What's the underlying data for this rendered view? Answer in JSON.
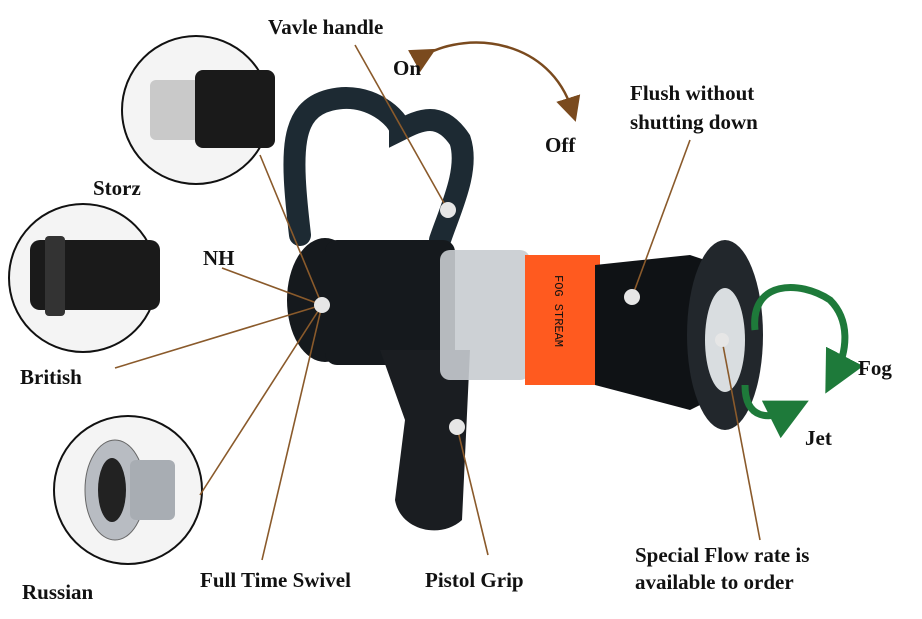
{
  "labels": {
    "valve_handle": "Vavle handle",
    "on": "On",
    "off": "Off",
    "flush_line1": "Flush without",
    "flush_line2": "shutting down",
    "storz": "Storz",
    "nh": "NH",
    "british": "British",
    "russian": "Russian",
    "swivel": "Full Time Swivel",
    "pistol_grip": "Pistol Grip",
    "fog": "Fog",
    "jet": "Jet",
    "flow_line1": "Special Flow rate is",
    "flow_line2": "available to order"
  },
  "product_marking": "FOG STREAM",
  "colors": {
    "leader_line": "#8a5a2b",
    "on_off_arrow": "#7a4a1e",
    "fog_jet_arrow": "#1e7a3a",
    "band": "#ff5a1f",
    "body": "#111418"
  }
}
